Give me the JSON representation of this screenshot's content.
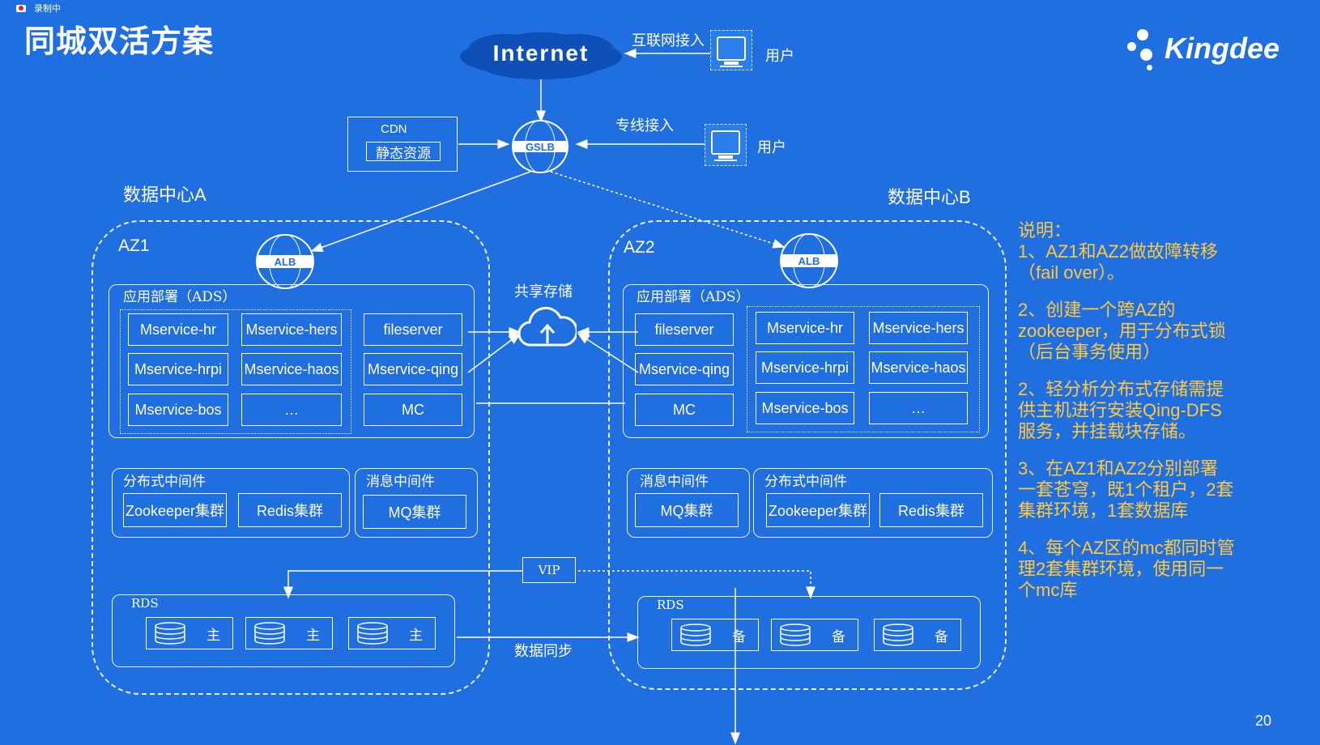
{
  "header": {
    "recording": "录制中",
    "title": "同城双活方案",
    "logo": "Kingdee",
    "page_number": "20"
  },
  "top": {
    "internet": "Internet",
    "internet_access": "互联网接入",
    "user1": "用户",
    "dedicated_access": "专线接入",
    "user2": "用户",
    "cdn": "CDN",
    "static_resources": "静态资源",
    "gslb": "GSLB"
  },
  "dc_a": {
    "label": "数据中心A",
    "az": "AZ1",
    "alb": "ALB",
    "app_group": "应用部署（ADS）",
    "services": [
      "Mservice-hr",
      "Mservice-hers",
      "Mservice-hrpi",
      "Mservice-haos",
      "Mservice-bos",
      "…"
    ],
    "side": [
      "fileserver",
      "Mservice-qing",
      "MC"
    ],
    "middleware_label": "分布式中间件",
    "zookeeper": "Zookeeper集群",
    "redis": "Redis集群",
    "mq_label": "消息中间件",
    "mq": "MQ集群",
    "rds_label": "RDS",
    "db": [
      "主",
      "主",
      "主"
    ]
  },
  "dc_b": {
    "label": "数据中心B",
    "az": "AZ2",
    "alb": "ALB",
    "app_group": "应用部署（ADS）",
    "side": [
      "fileserver",
      "Mservice-qing",
      "MC"
    ],
    "services": [
      "Mservice-hr",
      "Mservice-hers",
      "Mservice-hrpi",
      "Mservice-haos",
      "Mservice-bos",
      "…"
    ],
    "mq_label": "消息中间件",
    "mq": "MQ集群",
    "middleware_label": "分布式中间件",
    "zookeeper": "Zookeeper集群",
    "redis": "Redis集群",
    "rds_label": "RDS",
    "db": [
      "备",
      "备",
      "备"
    ]
  },
  "center": {
    "shared_storage": "共享存储",
    "vip": "VIP",
    "data_sync": "数据同步"
  },
  "notes": {
    "heading": "说明：",
    "items": [
      "1、AZ1和AZ2做故障转移\n（fail over）。",
      "2、创建一个跨AZ的\nzookeeper，用于分布式锁\n（后台事务使用）",
      "2、轻分析分布式存储需提\n供主机进行安装Qing-DFS\n服务，并挂载块存储。",
      "3、在AZ1和AZ2分别部署\n一套苍穹，既1个租户，2套\n集群环境，1套数据库",
      "4、每个AZ区的mc都同时管\n理2套集群环境，使用同一\n个mc库"
    ]
  },
  "colors": {
    "background": "#1f6fe0",
    "notes": "#ffc83d"
  }
}
